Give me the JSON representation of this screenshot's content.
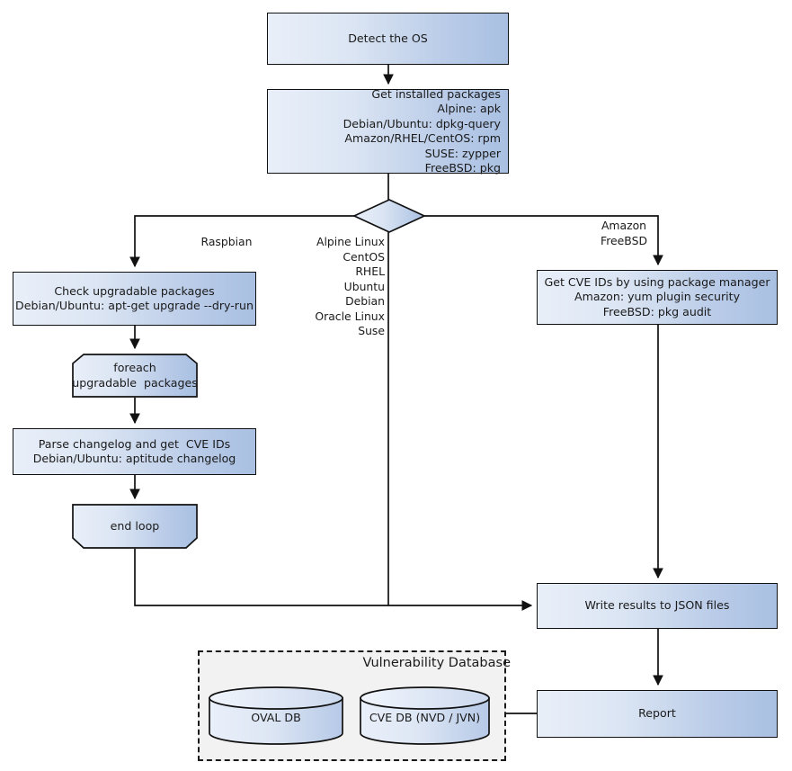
{
  "diagram": {
    "title": "Vulnerability scanner flowchart",
    "colors": {
      "node_fill_light": "#e9eff9",
      "node_fill_dark": "#a9c0e2",
      "stroke": "#111111",
      "group_fill": "#f2f2f2"
    },
    "nodes": {
      "detect_os": {
        "label": "Detect the OS"
      },
      "get_installed_packages": {
        "label": "Get installed packages\nAlpine: apk\nDebian/Ubuntu: dpkg-query\nAmazon/RHEL/CentOS: rpm\nSUSE: zypper\nFreeBSD: pkg"
      },
      "decision": {
        "label": ""
      },
      "check_upgradable": {
        "label": "Check upgradable packages\nDebian/Ubuntu: apt-get upgrade --dry-run"
      },
      "foreach": {
        "label": "foreach\nupgradable  packages"
      },
      "parse_changelog": {
        "label": "Parse changelog and get  CVE IDs\nDebian/Ubuntu: aptitude changelog"
      },
      "end_loop": {
        "label": "end loop"
      },
      "get_cve_ids": {
        "label": "Get CVE IDs by using package manager\nAmazon: yum plugin security\nFreeBSD: pkg audit"
      },
      "write_results": {
        "label": "Write results to JSON files"
      },
      "report": {
        "label": "Report"
      }
    },
    "edge_labels": {
      "raspbian": "Raspbian",
      "middle_os_list": "Alpine Linux\nCentOS\nRHEL\nUbuntu\nDebian\nOracle Linux\nSuse",
      "amazon_freebsd": "Amazon\nFreeBSD"
    },
    "vulnerability_database": {
      "title": "Vulnerability Database",
      "databases": [
        {
          "label": "OVAL DB"
        },
        {
          "label": "CVE DB (NVD / JVN)"
        }
      ]
    }
  }
}
